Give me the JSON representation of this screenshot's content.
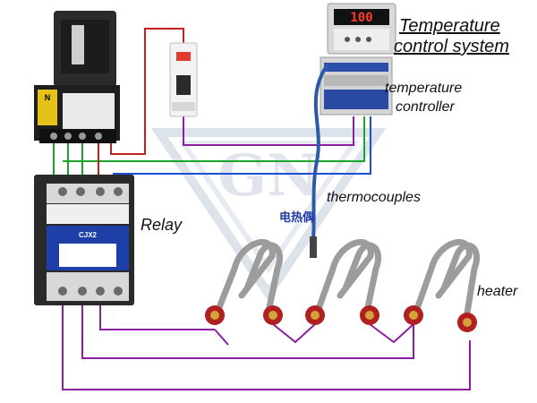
{
  "title": {
    "line1": "Temperature",
    "line2": "control system"
  },
  "labels": {
    "controller_line1": "temperature",
    "controller_line2": "controller",
    "thermocouples": "thermocouples",
    "relay": "Relay",
    "heater": "heater",
    "thermocouple_cn": "电热偶"
  },
  "controller_display": "100",
  "watermark_text": "GN",
  "breaker_marking": "N",
  "relay_model": "CJX2",
  "wire_colors": {
    "red": "#c81e1e",
    "green": "#1aa52a",
    "blue": "#1c4fd6",
    "purple": "#8a1fa0"
  }
}
